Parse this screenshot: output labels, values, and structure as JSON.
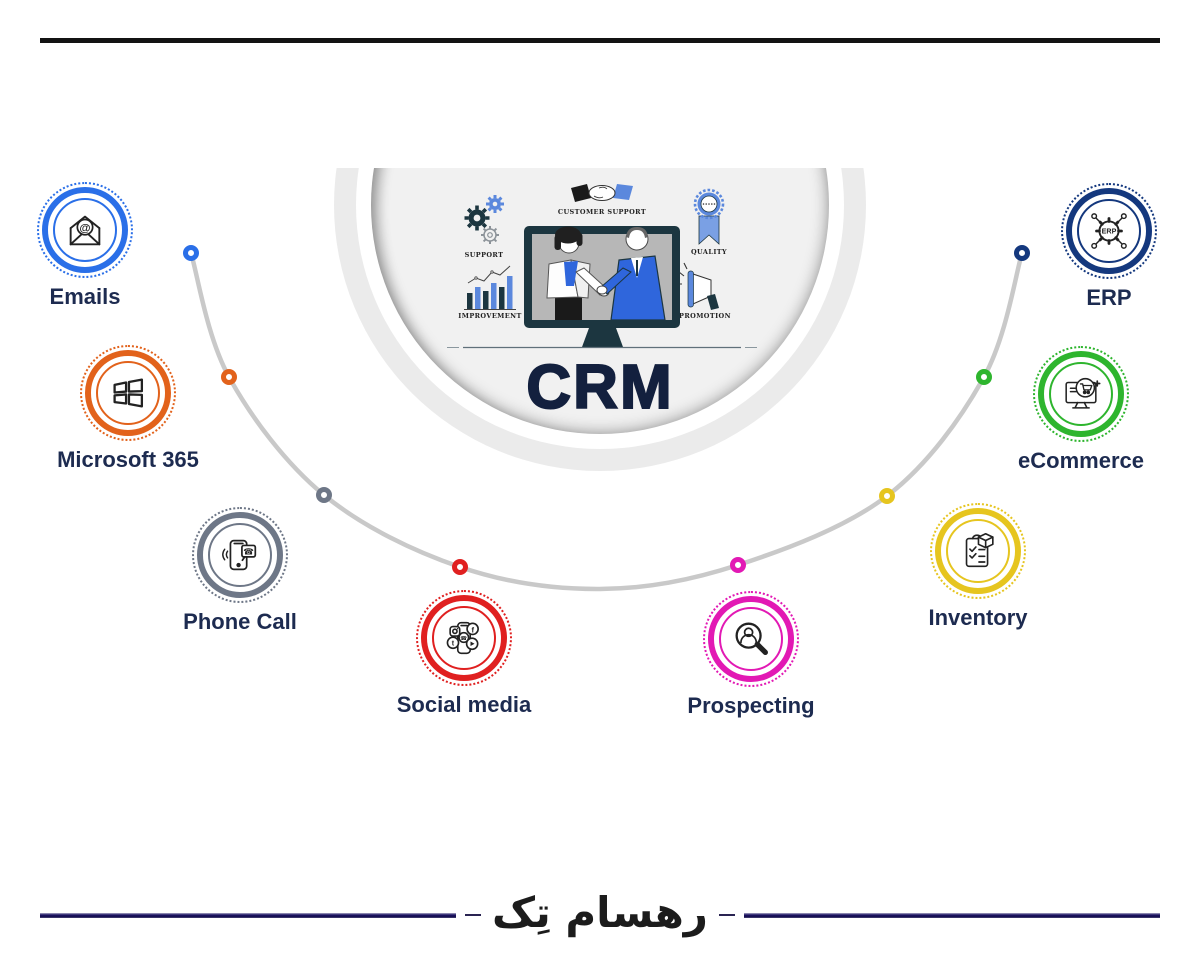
{
  "header": {
    "top_rule_color": "#131313"
  },
  "center": {
    "title": "CRM",
    "labels": {
      "support": "SUPPORT",
      "customer_support": "CUSTOMER SUPPORT",
      "quality": "QUALITY",
      "improvement": "IMPROVEMENT",
      "promotion": "PROMOTION"
    }
  },
  "connector": {
    "arc_color": "#c9c9c9"
  },
  "nodes": [
    {
      "id": "emails",
      "label": "Emails",
      "color": "#2a6fe8",
      "icon": "envelope-at-icon"
    },
    {
      "id": "microsoft-365",
      "label": "Microsoft 365",
      "color": "#e2621b",
      "icon": "windows-icon"
    },
    {
      "id": "phone-call",
      "label": "Phone Call",
      "color": "#6e7787",
      "icon": "smartphone-call-icon"
    },
    {
      "id": "social-media",
      "label": "Social media",
      "color": "#e02020",
      "icon": "social-apps-icon"
    },
    {
      "id": "prospecting",
      "label": "Prospecting",
      "color": "#e219b4",
      "icon": "magnifier-person-icon"
    },
    {
      "id": "inventory",
      "label": "Inventory",
      "color": "#e6c51f",
      "icon": "checklist-box-icon"
    },
    {
      "id": "ecommerce",
      "label": "eCommerce",
      "color": "#2eb52e",
      "icon": "monitor-cart-icon"
    },
    {
      "id": "erp",
      "label": "ERP",
      "color": "#14387e",
      "icon": "gear-erp-icon"
    }
  ],
  "label_color": "#1d2b50",
  "footer": {
    "brand": "رهسام تِک",
    "line_color": "#1b1262"
  }
}
